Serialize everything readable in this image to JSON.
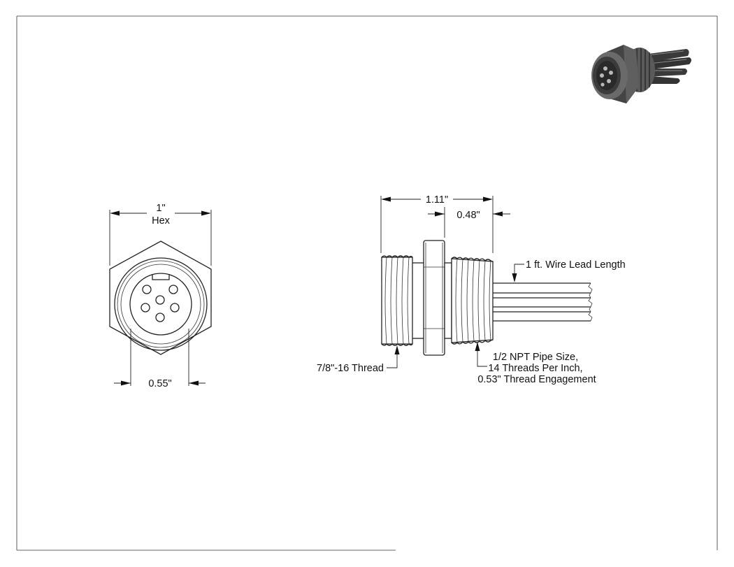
{
  "front_view": {
    "hex_dimension": "1\"",
    "hex_label": "Hex",
    "insert_dimension": "0.55\""
  },
  "side_view": {
    "overall_length": "1.11\"",
    "npt_length": "0.48\"",
    "wire_callout": "1 ft. Wire Lead Length",
    "thread_callout": "7/8\"-16 Thread",
    "npt_callout_line1": "1/2 NPT Pipe Size,",
    "npt_callout_line2": "14 Threads Per Inch,",
    "npt_callout_line3": "0.53\" Thread Engagement"
  },
  "thumbnail": {
    "icon": "connector-photo-icon",
    "body_color": "#4a4a4a",
    "wire_color": "#3a3a3a"
  }
}
